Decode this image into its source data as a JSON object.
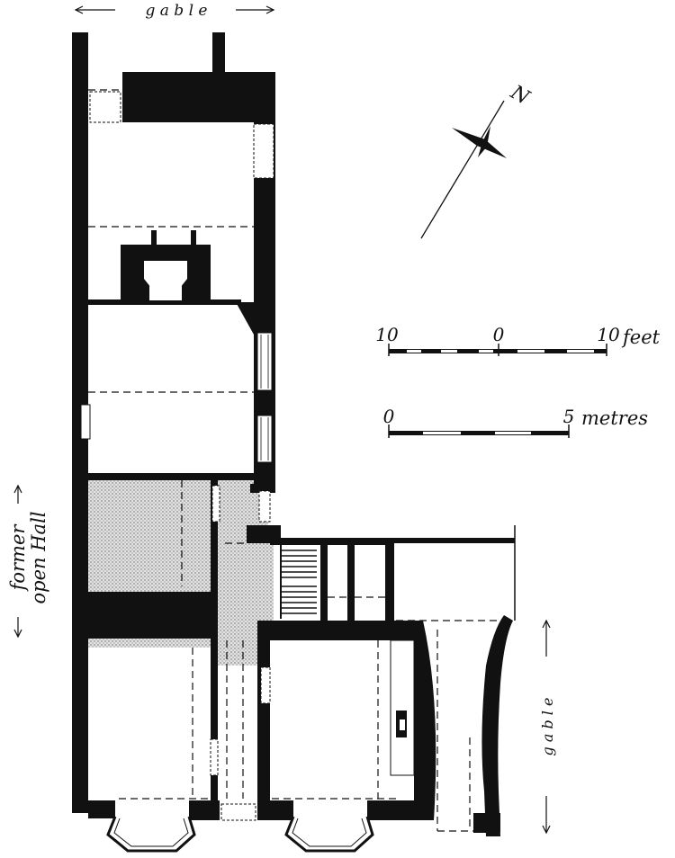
{
  "labels": {
    "gable_top": "g a b l e",
    "former": "former",
    "open_hall": "open Hall",
    "gable_right": "g a b l e",
    "north": "N"
  },
  "scale_feet": {
    "left": "10",
    "mid": "0",
    "right": "10",
    "unit": "feet"
  },
  "scale_metres": {
    "left": "0",
    "right": "5",
    "unit": "metres"
  },
  "colors": {
    "ink": "#111111",
    "paper": "#ffffff",
    "stipple": "#c8c8c8"
  }
}
